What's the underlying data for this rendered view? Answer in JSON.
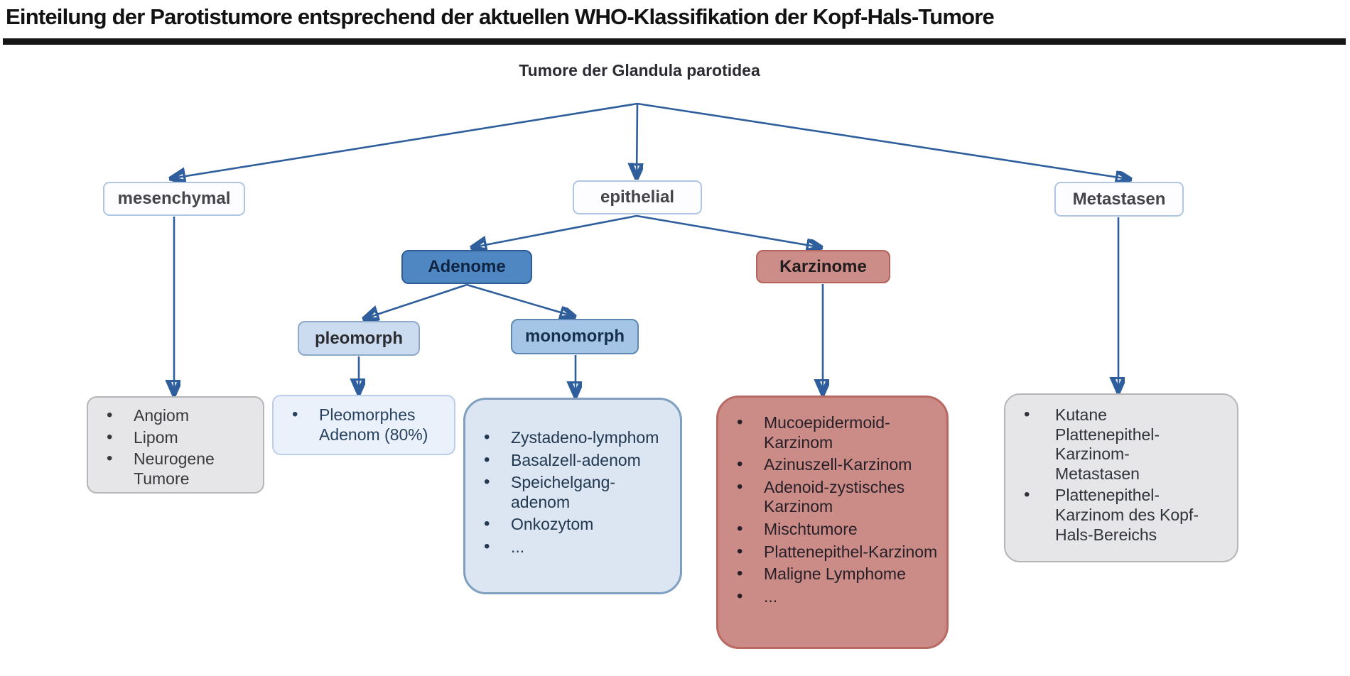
{
  "header": {
    "title": "Einteilung der Parotistumore entsprechend der aktuellen WHO-Klassifikation der Kopf-Hals-Tumore"
  },
  "tree": {
    "root": {
      "label": "Tumore der Glandula parotidea"
    },
    "level1": {
      "mesenchymal": {
        "label": "mesenchymal"
      },
      "epithelial": {
        "label": "epithelial"
      },
      "metastasen": {
        "label": "Metastasen"
      }
    },
    "level2": {
      "adenome": {
        "label": "Adenome"
      },
      "karzinome": {
        "label": "Karzinome"
      }
    },
    "level3": {
      "pleomorph": {
        "label": "pleomorph"
      },
      "monomorph": {
        "label": "monomorph"
      }
    },
    "leaves": {
      "mesenchymal_list": {
        "items": [
          "Angiom",
          "Lipom",
          "Neurogene Tumore"
        ]
      },
      "pleomorph_list": {
        "items": [
          "Pleomorphes Adenom (80%)"
        ]
      },
      "monomorph_list": {
        "items": [
          "Zystadeno-lymphom",
          "Basalzell-adenom",
          "Speichelgang-adenom",
          "Onkozytom",
          "..."
        ]
      },
      "karzinome_list": {
        "items": [
          "Mucoepidermoid-Karzinom",
          "Azinuszell-Karzinom",
          "Adenoid-zystisches Karzinom",
          "Mischtumore",
          "Plattenepithel-Karzinom",
          "Maligne Lymphome",
          "..."
        ]
      },
      "metastasen_list": {
        "items": [
          "Kutane Plattenepithel-Karzinom-Metastasen",
          "Plattenepithel-Karzinom des Kopf-Hals-Bereichs"
        ]
      }
    }
  },
  "colors": {
    "connector_line": "#2e5e9c",
    "arrowhead": "#1c3f6e",
    "adenome_fill": "#4e87c1",
    "karzinome_fill": "#cc8c87",
    "pleomorph_fill": "#cbdcf1",
    "monomorph_fill": "#a5c5e6",
    "gray_leaf_fill": "#e6e6e8",
    "light_blue_leaf_fill": "#ebf1fb",
    "blue_leaf_fill": "#dbe6f2",
    "title_rule": "#161616"
  }
}
